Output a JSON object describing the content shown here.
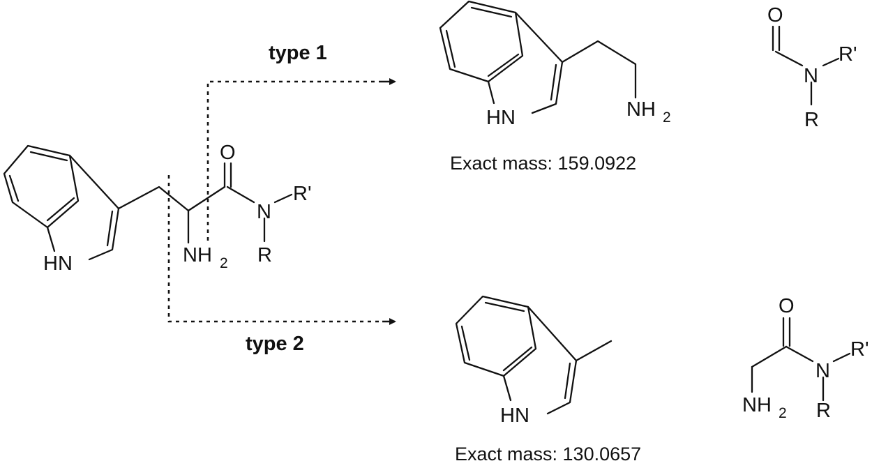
{
  "labels": {
    "type1": "type 1",
    "type2": "type 2",
    "mass1": "Exact mass: 159.0922",
    "mass2": "Exact mass: 130.0657",
    "nh": "HN",
    "nh2": "NH",
    "sub2": "2",
    "o": "O",
    "n": "N",
    "r": "R",
    "rp": "R'"
  },
  "colors": {
    "ink": "#111111",
    "background": "#ffffff"
  }
}
